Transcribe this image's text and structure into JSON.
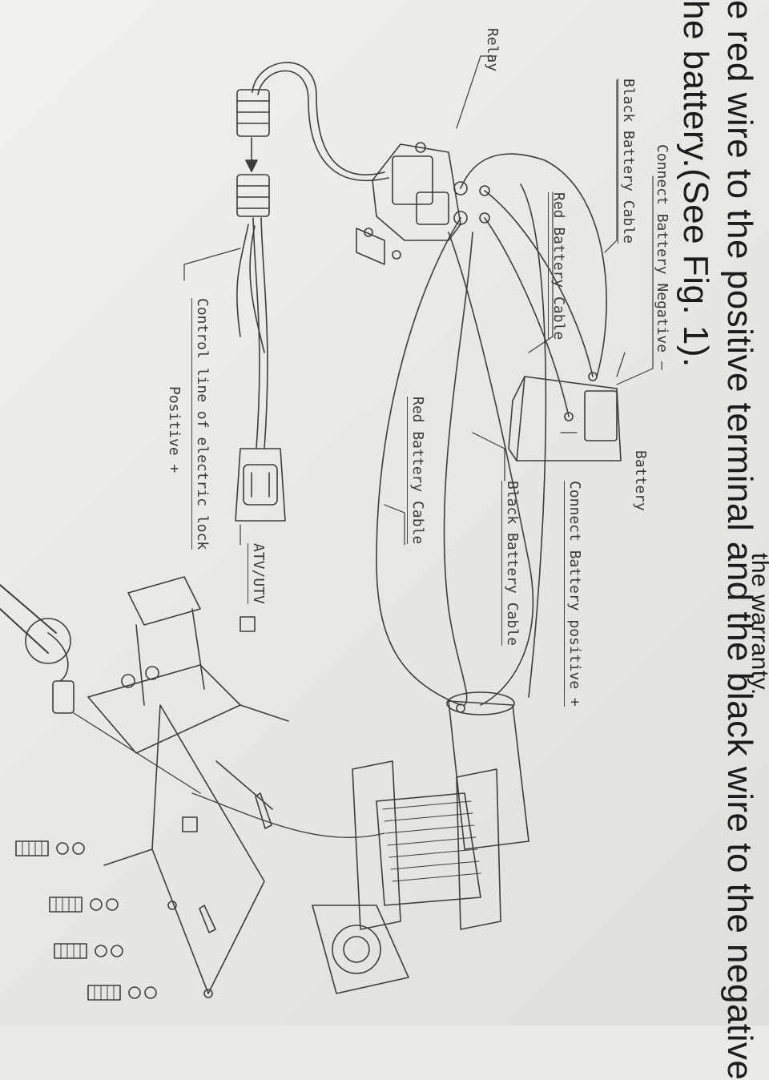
{
  "instruction": {
    "line_top": "the warranty.",
    "line1": "e red wire to the positive terminal and the black wire to the negative",
    "line2": "he battery.(See Fig. 1)."
  },
  "labels": {
    "relay": "Relay",
    "black_battery_cable_top": "Black Battery Cable",
    "connect_negative": "Connect Battery Negative –",
    "red_battery_cable_top": "Red Battery Cable",
    "battery": "Battery",
    "connect_positive": "Connect Battery positive +",
    "black_battery_cable_mid": "Black Battery Cable",
    "red_battery_cable_mid": "Red Battery Cable",
    "atv_utv": "ATV/UTV",
    "control_line": "Control line of electric lock",
    "control_positive": "Positive +"
  }
}
